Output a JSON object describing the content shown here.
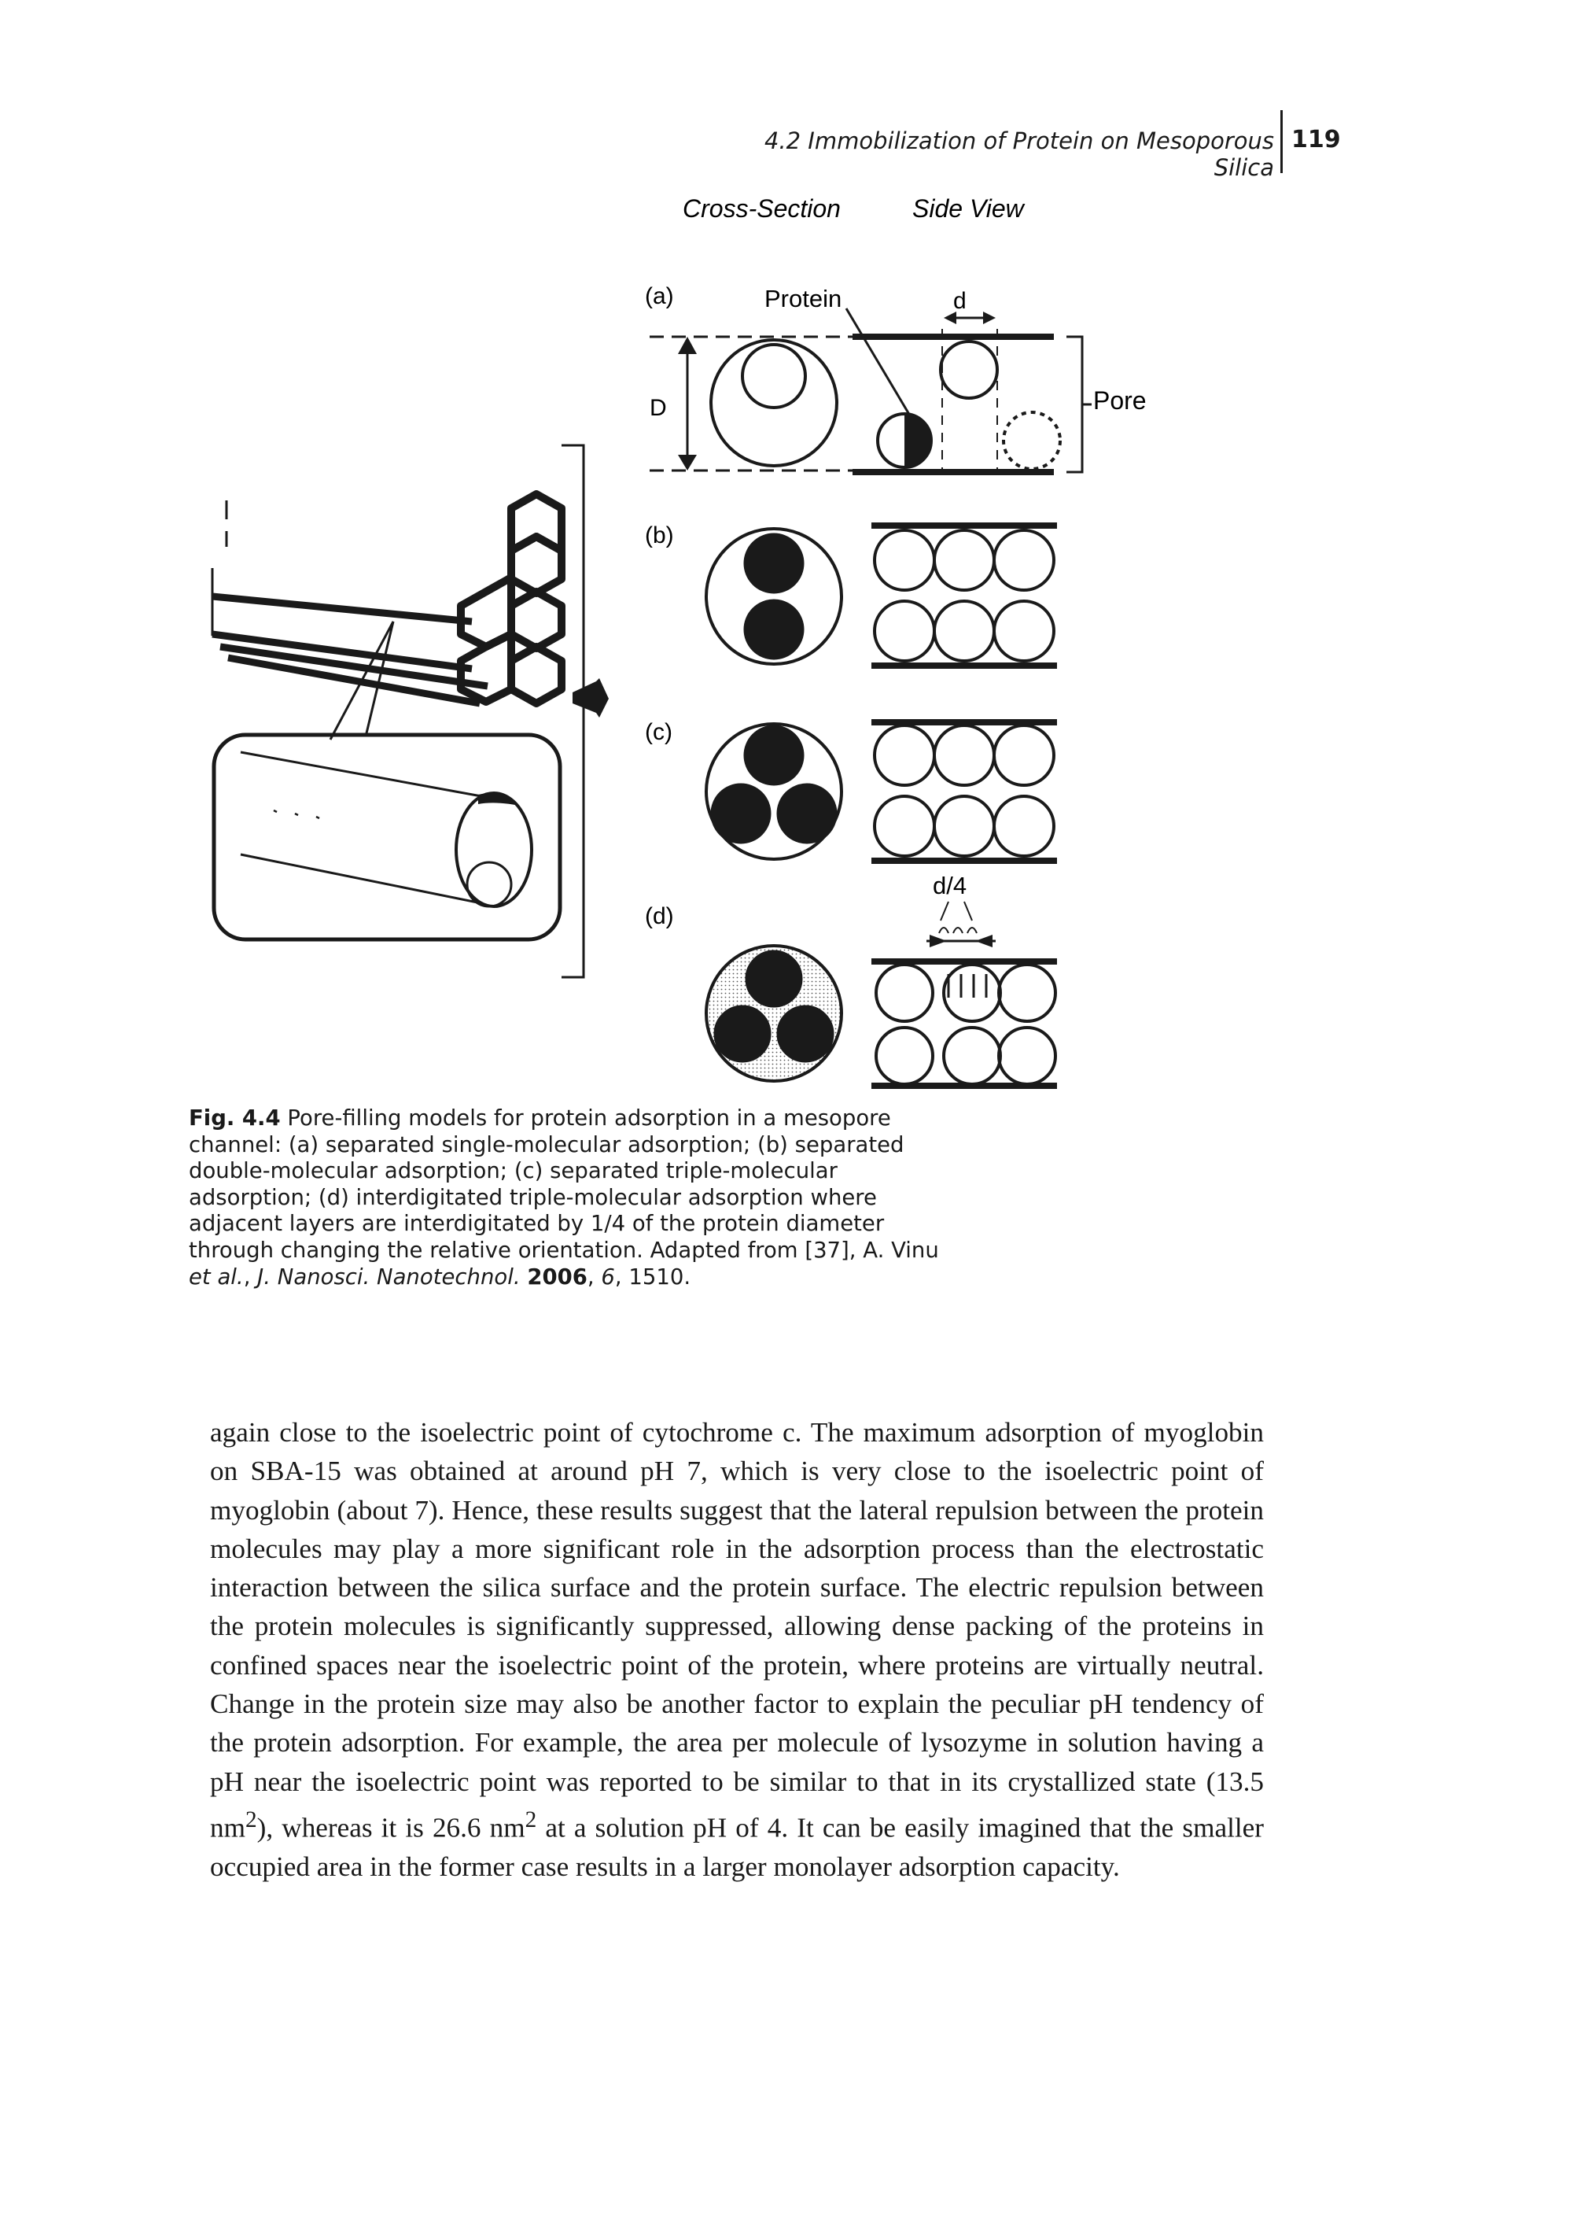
{
  "running_head": {
    "section": "4.2 Immobilization of Protein on Mesoporous Silica",
    "page_number": "119"
  },
  "figure": {
    "column_headers": [
      "Cross-Section",
      "Side View"
    ],
    "panel_labels": [
      "(a)",
      "(b)",
      "(c)",
      "(d)"
    ],
    "annotations": {
      "protein": "Protein",
      "pore": "Pore",
      "pore_diameter": "D",
      "protein_diameter": "d",
      "interdigitation": "d/4"
    }
  },
  "caption": {
    "label": "Fig. 4.4",
    "text_before_citation": "Pore-filling models for protein adsorption in a mesopore channel: (a) separated single-molecular adsorption; (b) separated double-molecular adsorption; (c) separated triple-molecular adsorption; (d) interdigitated triple-molecular adsorption where adjacent layers are interdigitated by 1/4 of the protein diameter through changing the relative orientation. Adapted from [37], A. Vinu ",
    "et_al": "et al.",
    "journal": "J. Nanosci. Nanotechnol.",
    "year": "2006",
    "volume": "6",
    "pages": "1510."
  },
  "body": {
    "seg1": "again close to the isoelectric point of cytochrome c. The maximum adsorption of myoglobin on SBA-15 was obtained at around pH 7, which is very close to the isoelectric point of myoglobin (about 7). Hence, these results suggest that the lateral repulsion between the protein molecules may play a more significant role in the adsorption process than the electrostatic interaction between the silica surface and the protein surface. The electric repulsion between the protein molecules is significantly suppressed, allowing dense packing of the proteins in confined spaces near the isoelectric point of the protein, where proteins are virtually neutral. Change in the protein size may also be another factor to explain the peculiar pH tendency of the protein adsorption. For example, the area per molecule of lysozyme in solution having a pH near the isoelectric point was reported to be similar to that in its crystallized state (13.5 nm",
    "sup1": "2",
    "seg2": "), whereas it is 26.6 nm",
    "sup2": "2",
    "seg3": " at a solution pH of 4. It can be easily imagined that the smaller occupied area in the former case results in a larger monolayer adsorption capacity."
  }
}
